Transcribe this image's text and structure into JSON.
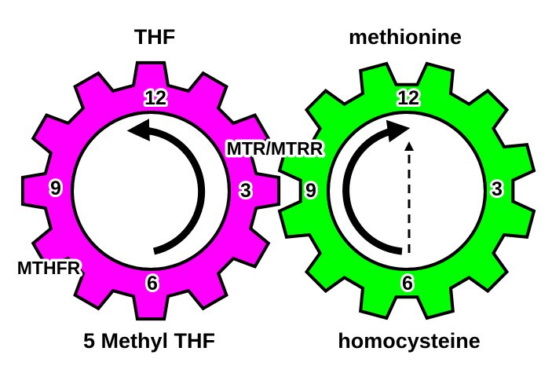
{
  "colors": {
    "left_gear": "#ff00ff",
    "right_gear": "#00ff00",
    "outline": "#000000",
    "background": "#ffffff"
  },
  "left_cycle": {
    "top_label": "THF",
    "bottom_label": "5 Methyl THF",
    "numbers": {
      "n12": "12",
      "n3": "3",
      "n6": "6",
      "n9": "9"
    }
  },
  "right_cycle": {
    "top_label": "methionine",
    "bottom_label": "homocysteine",
    "numbers": {
      "n12": "12",
      "n3": "3",
      "n6": "6",
      "n9": "9"
    }
  },
  "enzymes": {
    "mtr_mtrr": "MTR/MTRR",
    "mthfr": "MTHFR"
  }
}
